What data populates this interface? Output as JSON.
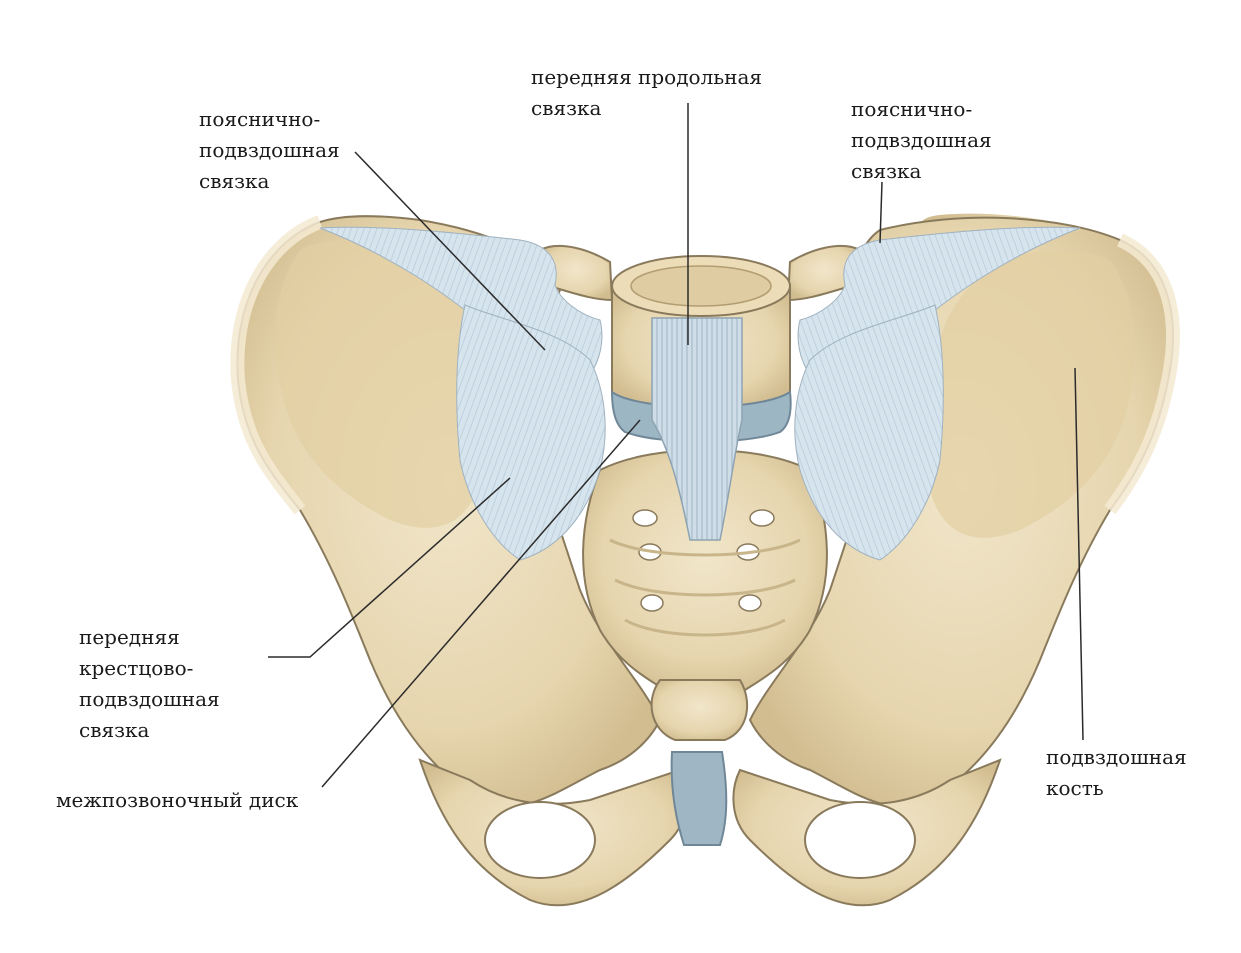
{
  "colors": {
    "bone": "#e9dab8",
    "bone_shadow": "#c9b58a",
    "bone_outline": "#8a7a5c",
    "ligament": "#d4e2ec",
    "ligament_lines": "#aebfcd",
    "disc": "#9db6c4",
    "leader": "#2b2b2b"
  },
  "labels": {
    "anterior_longitudinal": [
      "передняя продольная",
      "связка"
    ],
    "iliolumbar_left": [
      "пояснично-",
      "подвздошная",
      "связка"
    ],
    "iliolumbar_right": [
      "пояснично-",
      "подвздошная",
      "связка"
    ],
    "anterior_sacroiliac": [
      "передняя",
      "крестцово-",
      "подвздошная",
      "связка"
    ],
    "intervertebral_disc": [
      "межпозвоночный диск"
    ],
    "ilium": [
      "подвздошная",
      "кость"
    ]
  }
}
